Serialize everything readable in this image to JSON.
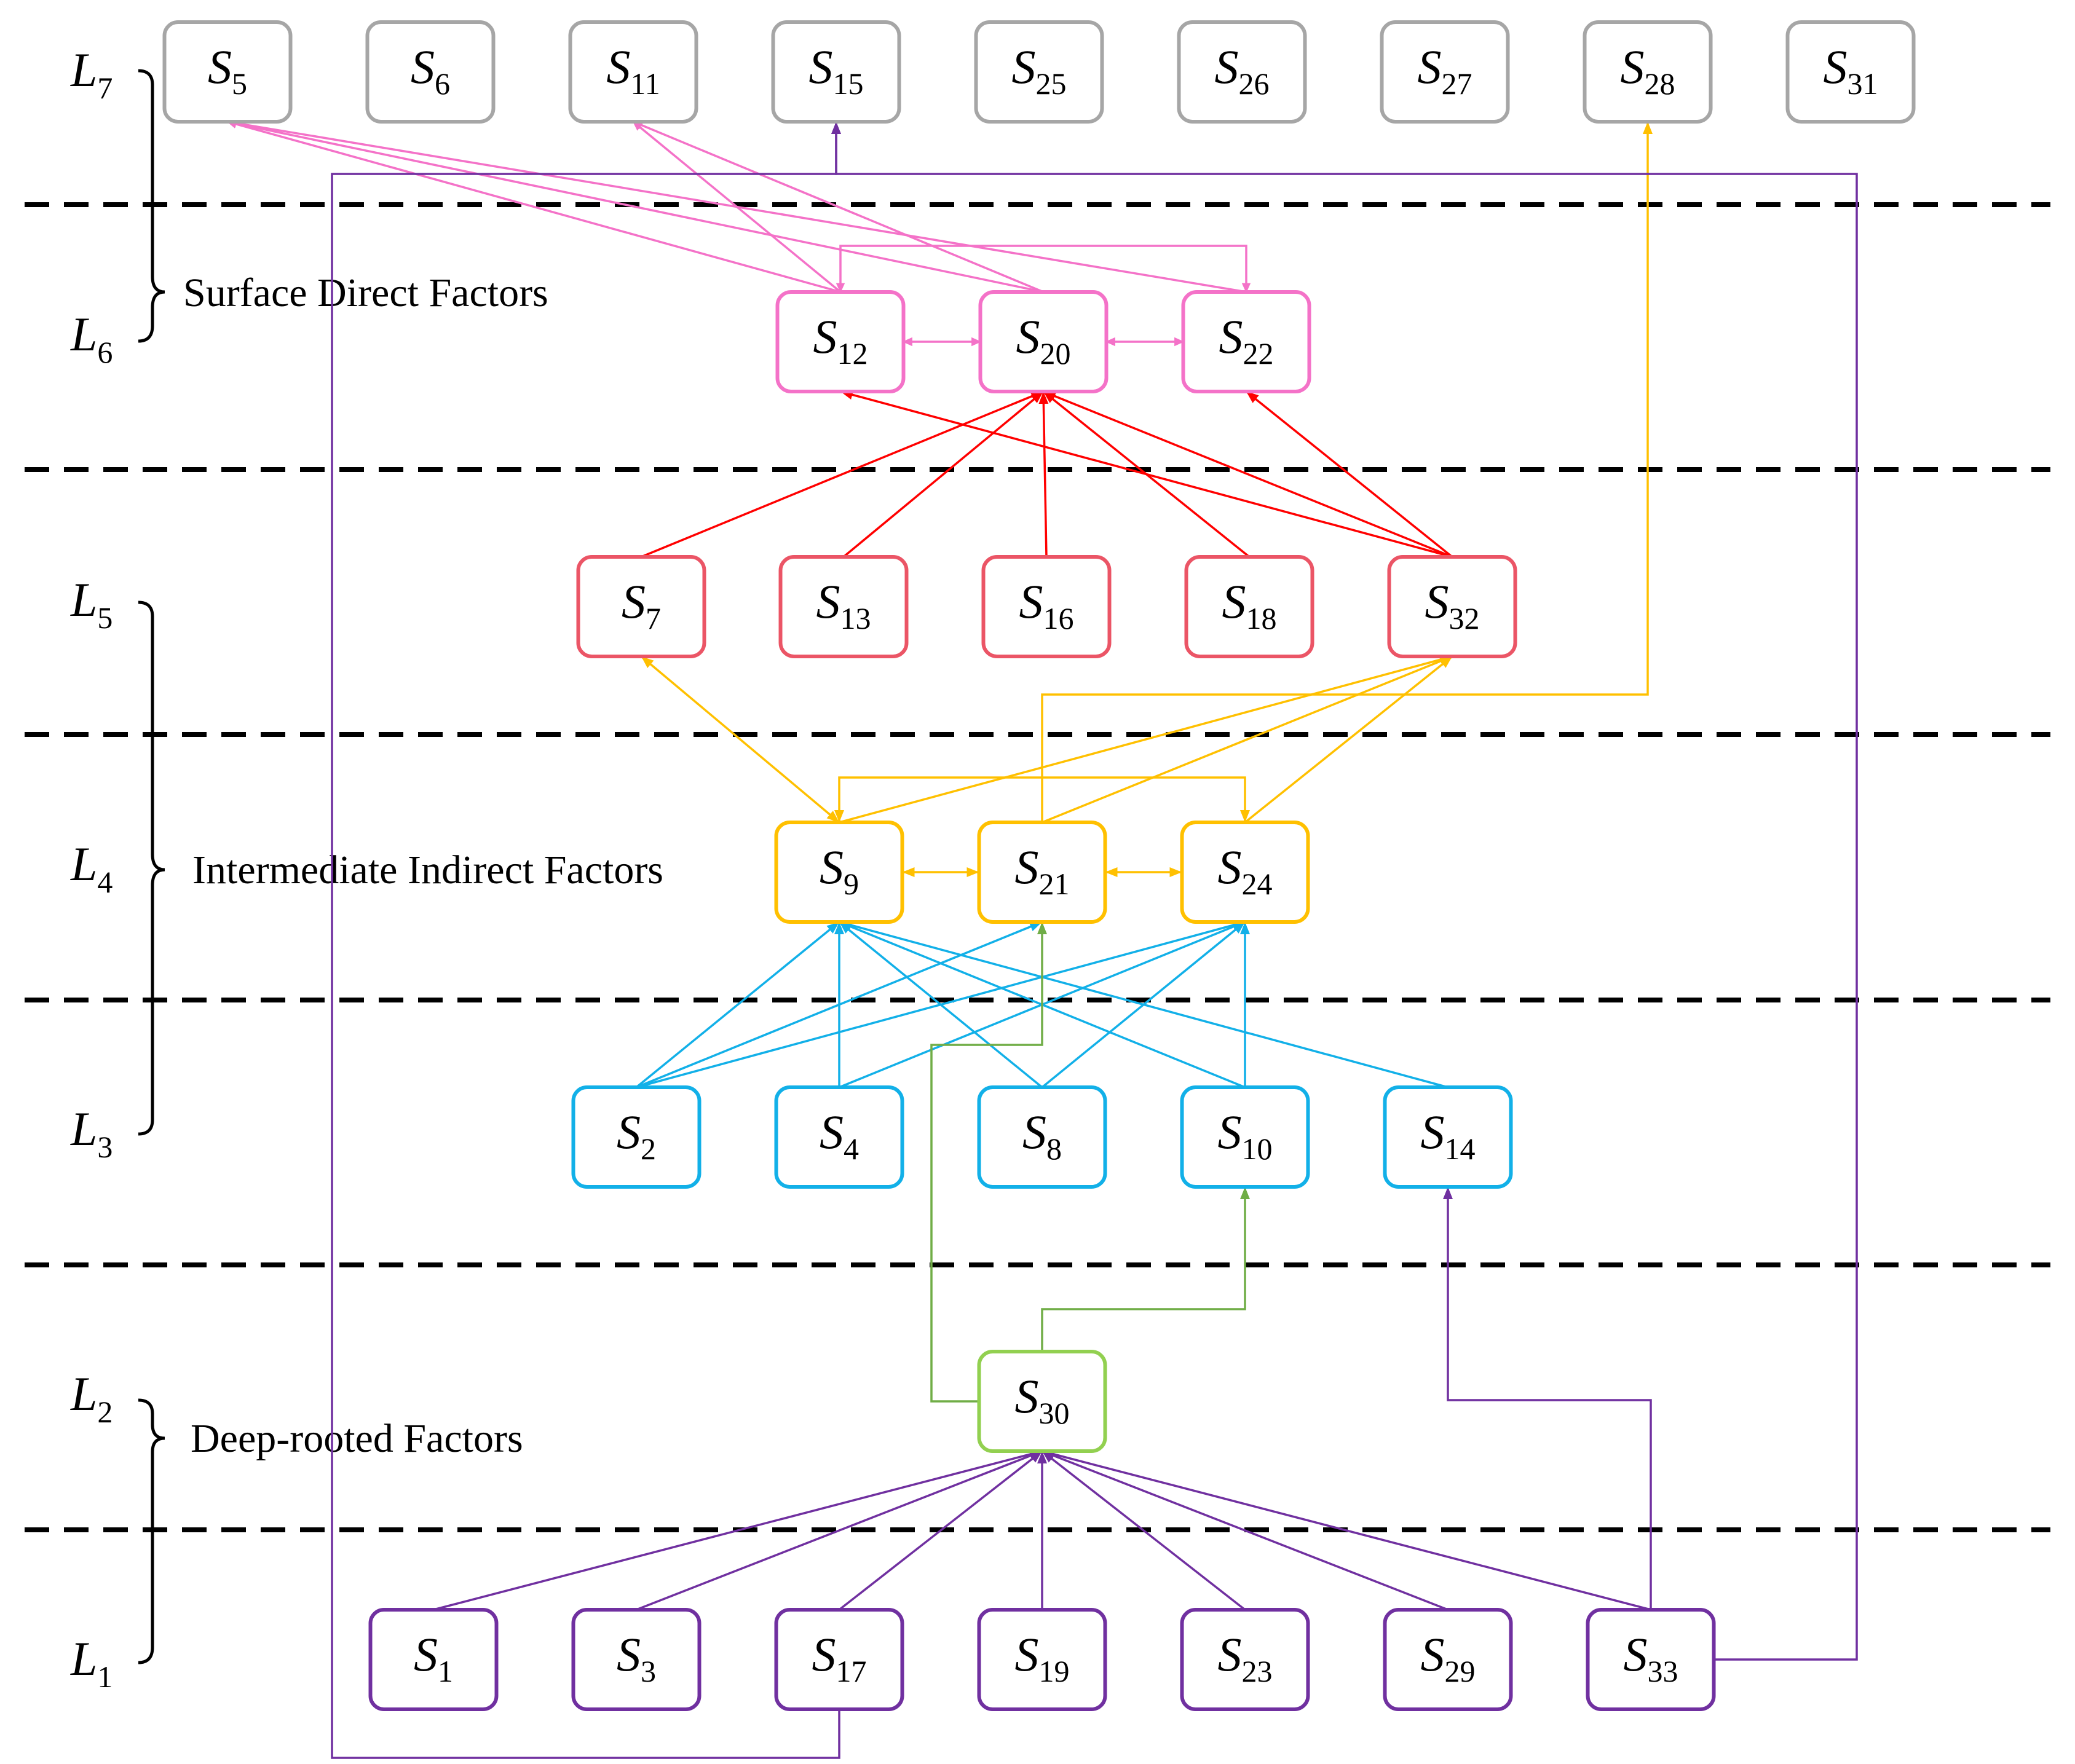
{
  "levels": [
    {
      "id": "L7",
      "letter": "L",
      "sub": "7"
    },
    {
      "id": "L6",
      "letter": "L",
      "sub": "6"
    },
    {
      "id": "L5",
      "letter": "L",
      "sub": "5"
    },
    {
      "id": "L4",
      "letter": "L",
      "sub": "4"
    },
    {
      "id": "L3",
      "letter": "L",
      "sub": "3"
    },
    {
      "id": "L2",
      "letter": "L",
      "sub": "2"
    },
    {
      "id": "L1",
      "letter": "L",
      "sub": "1"
    }
  ],
  "groups": [
    {
      "id": "surface",
      "label": "Surface Direct Factors"
    },
    {
      "id": "intermediate",
      "label": "Intermediate Indirect Factors"
    },
    {
      "id": "deep",
      "label": "Deep-rooted Factors"
    }
  ],
  "colors": {
    "L7": "#a6a6a6",
    "L6": "#f472c8",
    "L5": "#eb5566",
    "L4": "#ffc000",
    "L3": "#12b0e8",
    "L2": "#92d050",
    "L1": "#7030a0",
    "edge_pink": "#f472c8",
    "edge_red": "#ff0000",
    "edge_yellow": "#ffc000",
    "edge_blue": "#12b0e8",
    "edge_green": "#70ad47",
    "edge_purple": "#7030a0"
  },
  "nodes": [
    {
      "id": "S5",
      "level": "L7",
      "letter": "S",
      "sub": "5"
    },
    {
      "id": "S6",
      "level": "L7",
      "letter": "S",
      "sub": "6"
    },
    {
      "id": "S11",
      "level": "L7",
      "letter": "S",
      "sub": "11"
    },
    {
      "id": "S15",
      "level": "L7",
      "letter": "S",
      "sub": "15"
    },
    {
      "id": "S25",
      "level": "L7",
      "letter": "S",
      "sub": "25"
    },
    {
      "id": "S26",
      "level": "L7",
      "letter": "S",
      "sub": "26"
    },
    {
      "id": "S27",
      "level": "L7",
      "letter": "S",
      "sub": "27"
    },
    {
      "id": "S28",
      "level": "L7",
      "letter": "S",
      "sub": "28"
    },
    {
      "id": "S31",
      "level": "L7",
      "letter": "S",
      "sub": "31"
    },
    {
      "id": "S12",
      "level": "L6",
      "letter": "S",
      "sub": "12"
    },
    {
      "id": "S20",
      "level": "L6",
      "letter": "S",
      "sub": "20"
    },
    {
      "id": "S22",
      "level": "L6",
      "letter": "S",
      "sub": "22"
    },
    {
      "id": "S7",
      "level": "L5",
      "letter": "S",
      "sub": "7"
    },
    {
      "id": "S13",
      "level": "L5",
      "letter": "S",
      "sub": "13"
    },
    {
      "id": "S16",
      "level": "L5",
      "letter": "S",
      "sub": "16"
    },
    {
      "id": "S18",
      "level": "L5",
      "letter": "S",
      "sub": "18"
    },
    {
      "id": "S32",
      "level": "L5",
      "letter": "S",
      "sub": "32"
    },
    {
      "id": "S9",
      "level": "L4",
      "letter": "S",
      "sub": "9"
    },
    {
      "id": "S21",
      "level": "L4",
      "letter": "S",
      "sub": "21"
    },
    {
      "id": "S24",
      "level": "L4",
      "letter": "S",
      "sub": "24"
    },
    {
      "id": "S2",
      "level": "L3",
      "letter": "S",
      "sub": "2"
    },
    {
      "id": "S4",
      "level": "L3",
      "letter": "S",
      "sub": "4"
    },
    {
      "id": "S8",
      "level": "L3",
      "letter": "S",
      "sub": "8"
    },
    {
      "id": "S10",
      "level": "L3",
      "letter": "S",
      "sub": "10"
    },
    {
      "id": "S14",
      "level": "L3",
      "letter": "S",
      "sub": "14"
    },
    {
      "id": "S30",
      "level": "L2",
      "letter": "S",
      "sub": "30"
    },
    {
      "id": "S1",
      "level": "L1",
      "letter": "S",
      "sub": "1"
    },
    {
      "id": "S3",
      "level": "L1",
      "letter": "S",
      "sub": "3"
    },
    {
      "id": "S17",
      "level": "L1",
      "letter": "S",
      "sub": "17"
    },
    {
      "id": "S19",
      "level": "L1",
      "letter": "S",
      "sub": "19"
    },
    {
      "id": "S23",
      "level": "L1",
      "letter": "S",
      "sub": "23"
    },
    {
      "id": "S29",
      "level": "L1",
      "letter": "S",
      "sub": "29"
    },
    {
      "id": "S33",
      "level": "L1",
      "letter": "S",
      "sub": "33"
    }
  ],
  "edges": [
    {
      "from": "S12",
      "to": "S5",
      "color": "edge_pink"
    },
    {
      "from": "S20",
      "to": "S5",
      "color": "edge_pink"
    },
    {
      "from": "S22",
      "to": "S5",
      "color": "edge_pink"
    },
    {
      "from": "S12",
      "to": "S11",
      "color": "edge_pink"
    },
    {
      "from": "S20",
      "to": "S11",
      "color": "edge_pink"
    },
    {
      "from": "S12",
      "to": "S20",
      "color": "edge_pink",
      "bidirectional": true
    },
    {
      "from": "S20",
      "to": "S22",
      "color": "edge_pink",
      "bidirectional": true
    },
    {
      "from": "S12",
      "to": "S22",
      "color": "edge_pink",
      "bidirectional": true,
      "routed": true
    },
    {
      "from": "S7",
      "to": "S20",
      "color": "edge_red"
    },
    {
      "from": "S13",
      "to": "S20",
      "color": "edge_red"
    },
    {
      "from": "S16",
      "to": "S20",
      "color": "edge_red"
    },
    {
      "from": "S18",
      "to": "S20",
      "color": "edge_red"
    },
    {
      "from": "S32",
      "to": "S20",
      "color": "edge_red"
    },
    {
      "from": "S32",
      "to": "S12",
      "color": "edge_red"
    },
    {
      "from": "S32",
      "to": "S22",
      "color": "edge_red"
    },
    {
      "from": "S9",
      "to": "S7",
      "color": "edge_yellow",
      "bidirectional": true
    },
    {
      "from": "S9",
      "to": "S32",
      "color": "edge_yellow"
    },
    {
      "from": "S21",
      "to": "S32",
      "color": "edge_yellow"
    },
    {
      "from": "S24",
      "to": "S32",
      "color": "edge_yellow"
    },
    {
      "from": "S21",
      "to": "S28",
      "color": "edge_yellow",
      "routed": true
    },
    {
      "from": "S9",
      "to": "S21",
      "color": "edge_yellow",
      "bidirectional": true
    },
    {
      "from": "S21",
      "to": "S24",
      "color": "edge_yellow",
      "bidirectional": true
    },
    {
      "from": "S9",
      "to": "S24",
      "color": "edge_yellow",
      "bidirectional": true,
      "routed": true
    },
    {
      "from": "S2",
      "to": "S9",
      "color": "edge_blue"
    },
    {
      "from": "S2",
      "to": "S21",
      "color": "edge_blue"
    },
    {
      "from": "S2",
      "to": "S24",
      "color": "edge_blue"
    },
    {
      "from": "S4",
      "to": "S9",
      "color": "edge_blue"
    },
    {
      "from": "S4",
      "to": "S24",
      "color": "edge_blue"
    },
    {
      "from": "S8",
      "to": "S9",
      "color": "edge_blue"
    },
    {
      "from": "S8",
      "to": "S24",
      "color": "edge_blue"
    },
    {
      "from": "S10",
      "to": "S9",
      "color": "edge_blue"
    },
    {
      "from": "S10",
      "to": "S24",
      "color": "edge_blue"
    },
    {
      "from": "S14",
      "to": "S9",
      "color": "edge_blue"
    },
    {
      "from": "S30",
      "to": "S21",
      "color": "edge_green",
      "routed": true
    },
    {
      "from": "S30",
      "to": "S10",
      "color": "edge_green",
      "routed": true
    },
    {
      "from": "S1",
      "to": "S30",
      "color": "edge_purple"
    },
    {
      "from": "S3",
      "to": "S30",
      "color": "edge_purple"
    },
    {
      "from": "S17",
      "to": "S30",
      "color": "edge_purple"
    },
    {
      "from": "S19",
      "to": "S30",
      "color": "edge_purple"
    },
    {
      "from": "S23",
      "to": "S30",
      "color": "edge_purple"
    },
    {
      "from": "S29",
      "to": "S30",
      "color": "edge_purple"
    },
    {
      "from": "S33",
      "to": "S30",
      "color": "edge_purple"
    },
    {
      "from": "S33",
      "to": "S14",
      "color": "edge_purple",
      "routed": true
    },
    {
      "from": "S33",
      "to": "S15",
      "color": "edge_purple",
      "routed": true
    },
    {
      "from": "S17",
      "to": "S15",
      "color": "edge_purple",
      "routed": true
    }
  ]
}
